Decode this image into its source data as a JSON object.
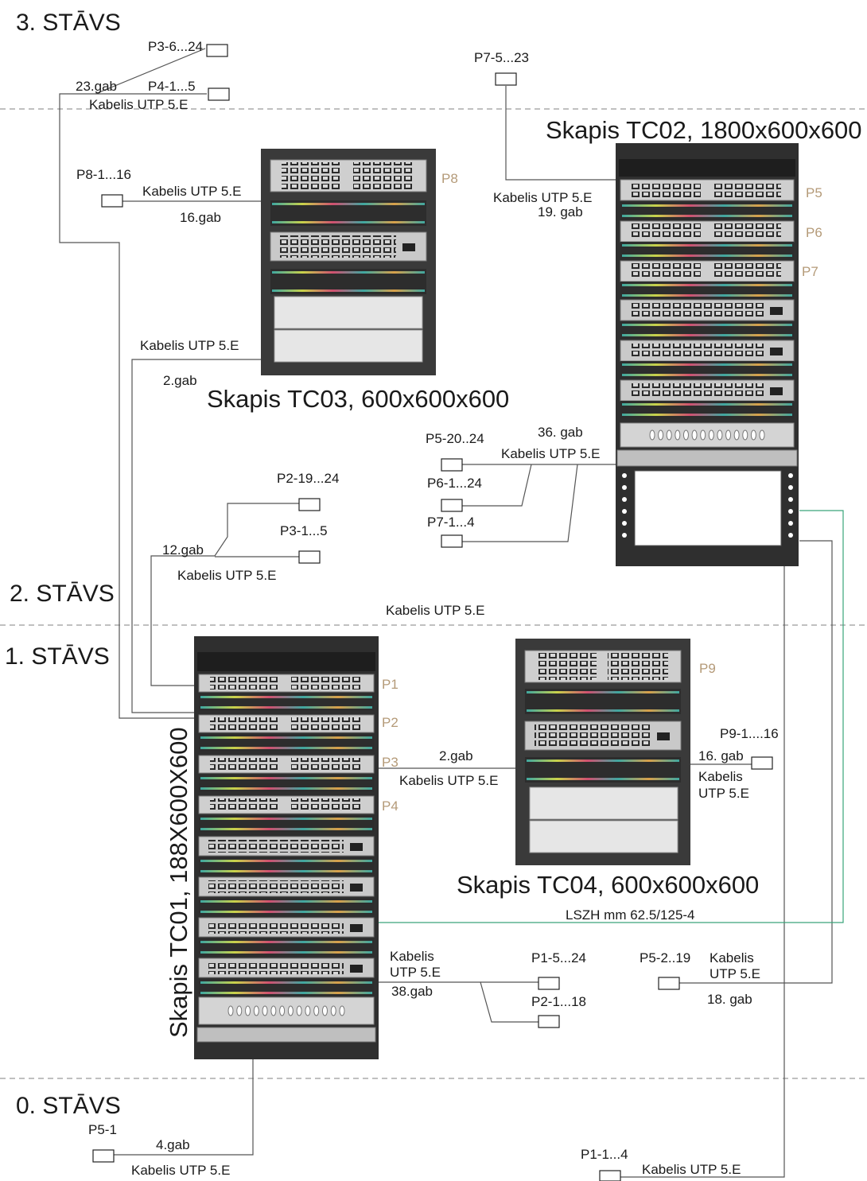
{
  "floors": {
    "f3": "3. STĀVS",
    "f2": "2. STĀVS",
    "f1": "1. STĀVS",
    "f0": "0. STĀVS"
  },
  "cabinets": {
    "tc01": "Skapis TC01, 188X600X600",
    "tc02": "Skapis TC02, 1800x600x600",
    "tc03": "Skapis TC03, 600x600x600",
    "tc04": "Skapis TC04, 600x600x600"
  },
  "panels": {
    "p1": "P1",
    "p2": "P2",
    "p3": "P3",
    "p4": "P4",
    "p5": "P5",
    "p6": "P6",
    "p7": "P7",
    "p8": "P8",
    "p9": "P9"
  },
  "outlets": {
    "p3_6_24": "P3-6...24",
    "p4_1_5": "P4-1...5",
    "p7_5_23": "P7-5...23",
    "p8_1_16": "P8-1...16",
    "p5_20_24": "P5-20..24",
    "p6_1_24": "P6-1...24",
    "p7_1_4": "P7-1...4",
    "p2_19_24": "P2-19...24",
    "p3_1_5": "P3-1...5",
    "p9_1_16": "P9-1....16",
    "p1_5_24": "P1-5...24",
    "p2_1_18": "P2-1...18",
    "p5_2_19": "P5-2..19",
    "p5_1": "P5-1",
    "p1_1_4": "P1-1...4"
  },
  "cables": {
    "c3_gab": "23.gab",
    "c3_type": "Kabelis UTP 5.E",
    "c_p7_type": "Kabelis UTP 5.E",
    "c_p7_gab": "19. gab",
    "c_p8_type": "Kabelis UTP 5.E",
    "c_p8_gab": "16.gab",
    "c_tc03_type": "Kabelis UTP 5.E",
    "c_tc03_gab": "2.gab",
    "c_tc02_gab": "36. gab",
    "c_tc02_type": "Kabelis UTP 5.E",
    "c_2f_gab": "12.gab",
    "c_2f_type": "Kabelis UTP 5.E",
    "c_riser_type": "Kabelis UTP 5.E",
    "c_tc04_gab": "2.gab",
    "c_tc04_type": "Kabelis UTP 5.E",
    "c_p9_gab": "16. gab",
    "c_p9_type1": "Kabelis",
    "c_p9_type2": "UTP 5.E",
    "fiber": "LSZH mm 62.5/125-4",
    "c_1f_type1": "Kabelis",
    "c_1f_type2": "UTP 5.E",
    "c_1f_gab": "38.gab",
    "c_p52_type1": "Kabelis",
    "c_p52_type2": "UTP 5.E",
    "c_p52_gab": "18. gab",
    "c_0f_gab": "4.gab",
    "c_0f_type": "Kabelis UTP 5.E",
    "c_0f_b_type": "Kabelis UTP 5.E"
  }
}
